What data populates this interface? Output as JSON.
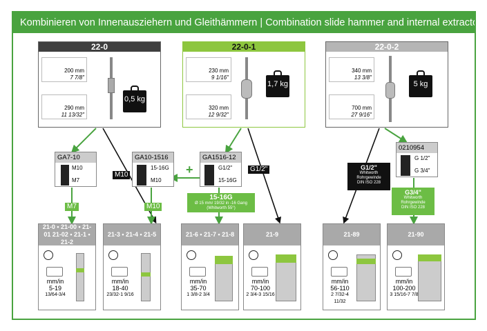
{
  "title": "Kombinieren von Innenausziehern und Gleithämmern | Combination slide hammer and internal extractors",
  "top_boxes": [
    {
      "code": "22-0",
      "spec1": "200 mm",
      "spec1_sub": "7 7/8\"",
      "spec2": "290 mm",
      "spec2_sub": "11 13/32\"",
      "weight": "0,5 kg",
      "head_color": "#3f3f3f"
    },
    {
      "code": "22-0-1",
      "spec1": "230 mm",
      "spec1_sub": "9 1/16\"",
      "spec2": "320 mm",
      "spec2_sub": "12 9/32\"",
      "weight": "1,7 kg",
      "head_color": "#8dc63f"
    },
    {
      "code": "22-0-2",
      "spec1": "340 mm",
      "spec1_sub": "13 3/8\"",
      "spec2": "700 mm",
      "spec2_sub": "27 9/16\"",
      "weight": "5 kg",
      "head_color": "#b5b5b5"
    }
  ],
  "adapters": [
    {
      "code": "GA7-10",
      "top": "M10",
      "bottom": "M7"
    },
    {
      "code": "GA10-1516",
      "top": "15-16G",
      "bottom": "M10"
    },
    {
      "code": "GA1516-12",
      "top": "G1/2\"",
      "bottom": "15-16G"
    },
    {
      "code": "0210954",
      "top": "G 1/2\"",
      "bottom": "G 3/4\""
    }
  ],
  "tags": {
    "m10_black": "M10",
    "g12_black": "G1/2\"",
    "m7_green": "M7",
    "m10_green": "M10",
    "plus": "+",
    "g1516_title": "15-16G",
    "g1516_sub1": "Ø 15 mm/ 19/32 in -16 Gang",
    "g1516_sub2": "(Whitworth 55°)",
    "g12_title": "G1/2\"",
    "g12_sub1": "Whitworth",
    "g12_sub2": "Rohrgewinde",
    "g12_sub3": "DIN ISO 228",
    "g34_title": "G3/4\"",
    "g34_sub1": "Whitworth",
    "g34_sub2": "Rohrgewinde",
    "g34_sub3": "DIN ISO 228"
  },
  "bottom_boxes": [
    {
      "head": "21-0 • 21-00 • 21-01 21-02 • 21-1 • 21-2",
      "unit": "mm/in",
      "range": "5-19",
      "range_in": "13/64-3/4"
    },
    {
      "head": "21-3 • 21-4 • 21-5",
      "unit": "mm/in",
      "range": "18-40",
      "range_in": "23/32-1 9/16"
    },
    {
      "head": "21-6 • 21-7 • 21-8",
      "unit": "mm/in",
      "range": "35-70",
      "range_in": "1 3/8-2 3/4"
    },
    {
      "head": "21-9",
      "unit": "mm/in",
      "range": "70-100",
      "range_in": "2 3/4-3 15/16"
    },
    {
      "head": "21-89",
      "unit": "mm/in",
      "range": "56-110",
      "range_in": "2 7/32-4 11/32"
    },
    {
      "head": "21-90",
      "unit": "mm/in",
      "range": "100-200",
      "range_in": "3 15/16-7 7/8"
    }
  ],
  "colors": {
    "frame_green": "#49a33f",
    "tag_green": "#6cbd45",
    "black": "#111111"
  }
}
